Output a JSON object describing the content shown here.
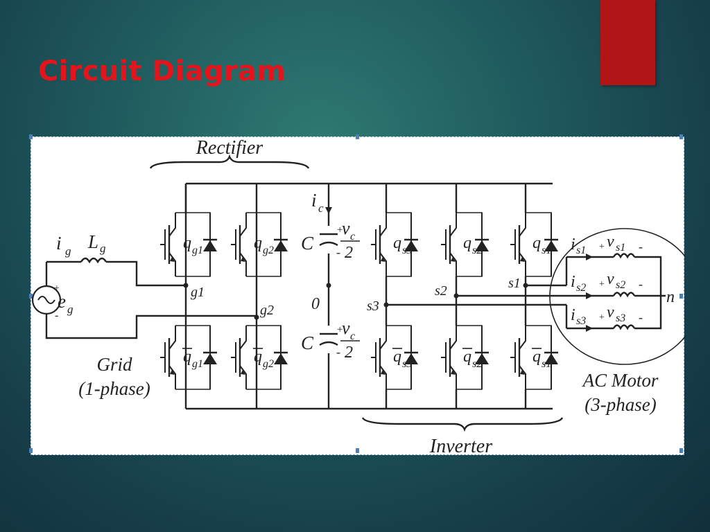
{
  "slide": {
    "title": "Circuit Diagram"
  },
  "colors": {
    "title": "#e3141c",
    "accent": "#b11515"
  },
  "labels": {
    "rectifier": "Rectifier",
    "inverter": "Inverter",
    "grid": "Grid",
    "grid_phase": "(1-phase)",
    "motor": "AC Motor",
    "motor_phase": "(3-phase)",
    "ig": "i",
    "ig_sub": "g",
    "Lg": "L",
    "Lg_sub": "g",
    "eg": "e",
    "eg_sub": "g",
    "ic": "i",
    "ic_sub": "c",
    "cap_top": "C",
    "cap_bot": "C",
    "vc": "v",
    "vc_sub": "c",
    "two": "2",
    "zero": "0",
    "g1": "g1",
    "g2": "g2",
    "s1": "s1",
    "s2": "s2",
    "s3": "s3",
    "n": "n",
    "q": "q",
    "qg1": "g1",
    "qg2": "g2",
    "qs3": "s3",
    "qs2": "s2",
    "qs1": "s1",
    "is": "i",
    "vs": "v",
    "is1": "s1",
    "is2": "s2",
    "is3": "s3",
    "vs1": "s1",
    "vs2": "s2",
    "vs3": "s3"
  }
}
